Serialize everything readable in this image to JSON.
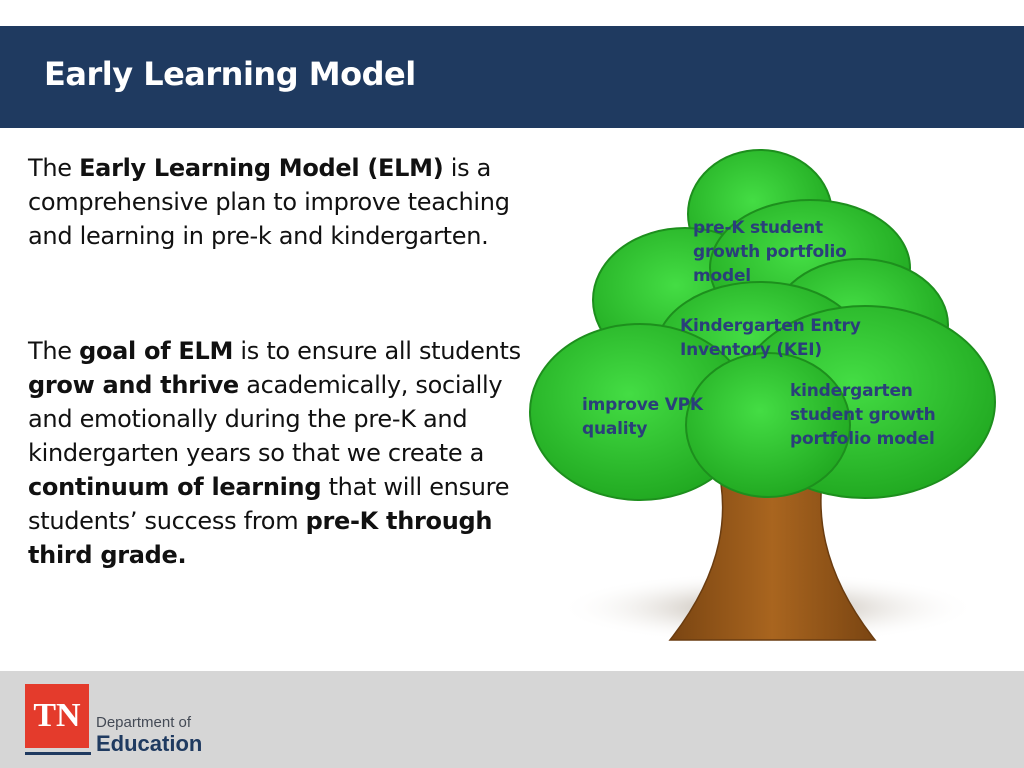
{
  "header": {
    "title": "Early Learning Model"
  },
  "paragraph1": {
    "t1": "The ",
    "b1": "Early Learning Model (ELM)",
    "t2": " is a comprehensive plan to improve teaching and learning in pre-k and kindergarten."
  },
  "paragraph2": {
    "t1": "The ",
    "b1": "goal of ELM",
    "t2": " is to ensure all students ",
    "b2": "grow and thrive",
    "t3": " academically, socially and emotionally during the pre-K and kindergarten years so that we create a ",
    "b3": "continuum of learning",
    "t4": " that will ensure students’ success from ",
    "b4": "pre-K through third grade."
  },
  "tree": {
    "label_top": [
      "pre-K student",
      "growth portfolio",
      "model"
    ],
    "label_middle": [
      "Kindergarten Entry",
      "Inventory (KEI)"
    ],
    "label_left": [
      "improve VPK",
      "quality"
    ],
    "label_right": [
      "kindergarten",
      "student growth",
      "portfolio model"
    ],
    "colors": {
      "foliage": "#33cc33",
      "foliage_dark": "#22a622",
      "trunk": "#9b5a1a",
      "label": "#2a3f7a"
    }
  },
  "footer": {
    "logo_abbrev": "TN",
    "dept_text": "Department of",
    "edu_text": "Education"
  }
}
